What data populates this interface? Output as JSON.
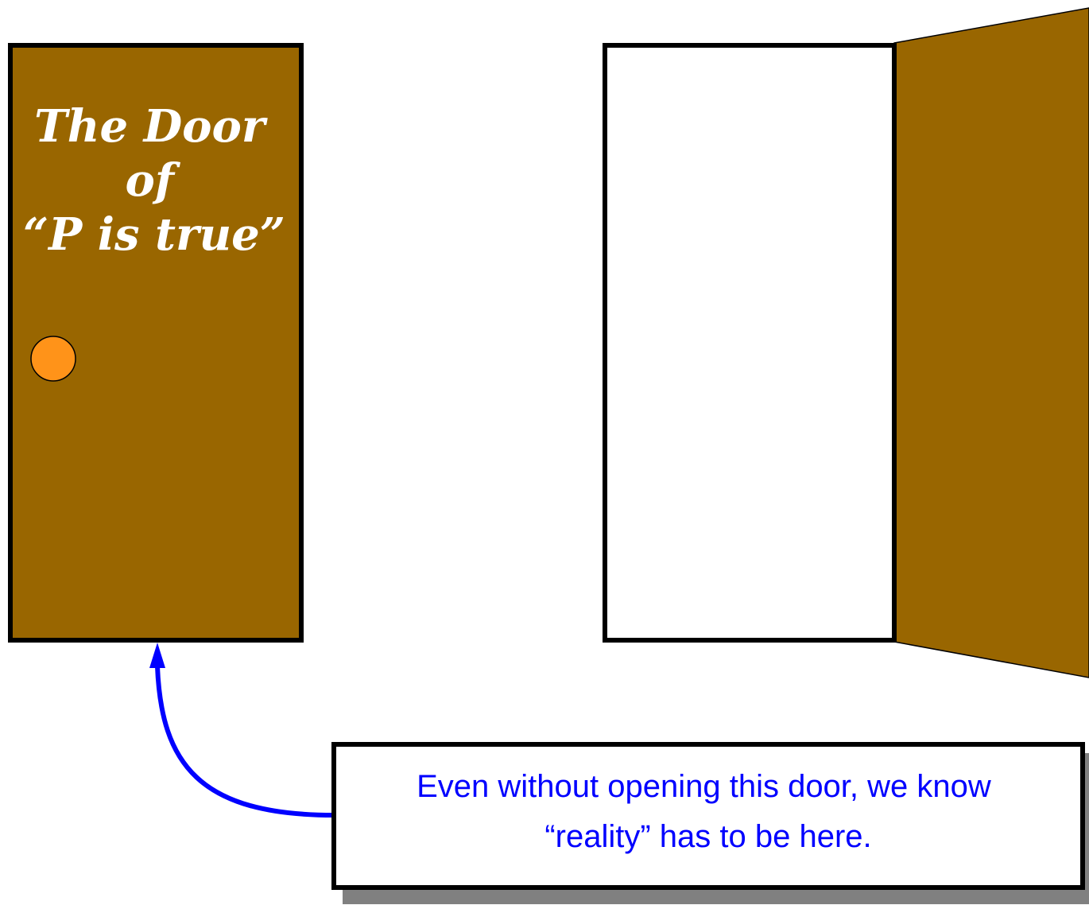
{
  "closed_door": {
    "title_lines": [
      "The Door",
      "of",
      "“P is true”"
    ],
    "door_color": "#996600",
    "knob_color": "#ff9319",
    "title_color": "#ffffff"
  },
  "open_door": {
    "door_color": "#996600",
    "opening_color": "#ffffff"
  },
  "callout": {
    "lines": [
      "Even without opening this door, we know",
      "“reality” has to be here."
    ],
    "text_color": "#0000ff",
    "arrow_color": "#0000ff",
    "shadow_color": "#808080"
  }
}
